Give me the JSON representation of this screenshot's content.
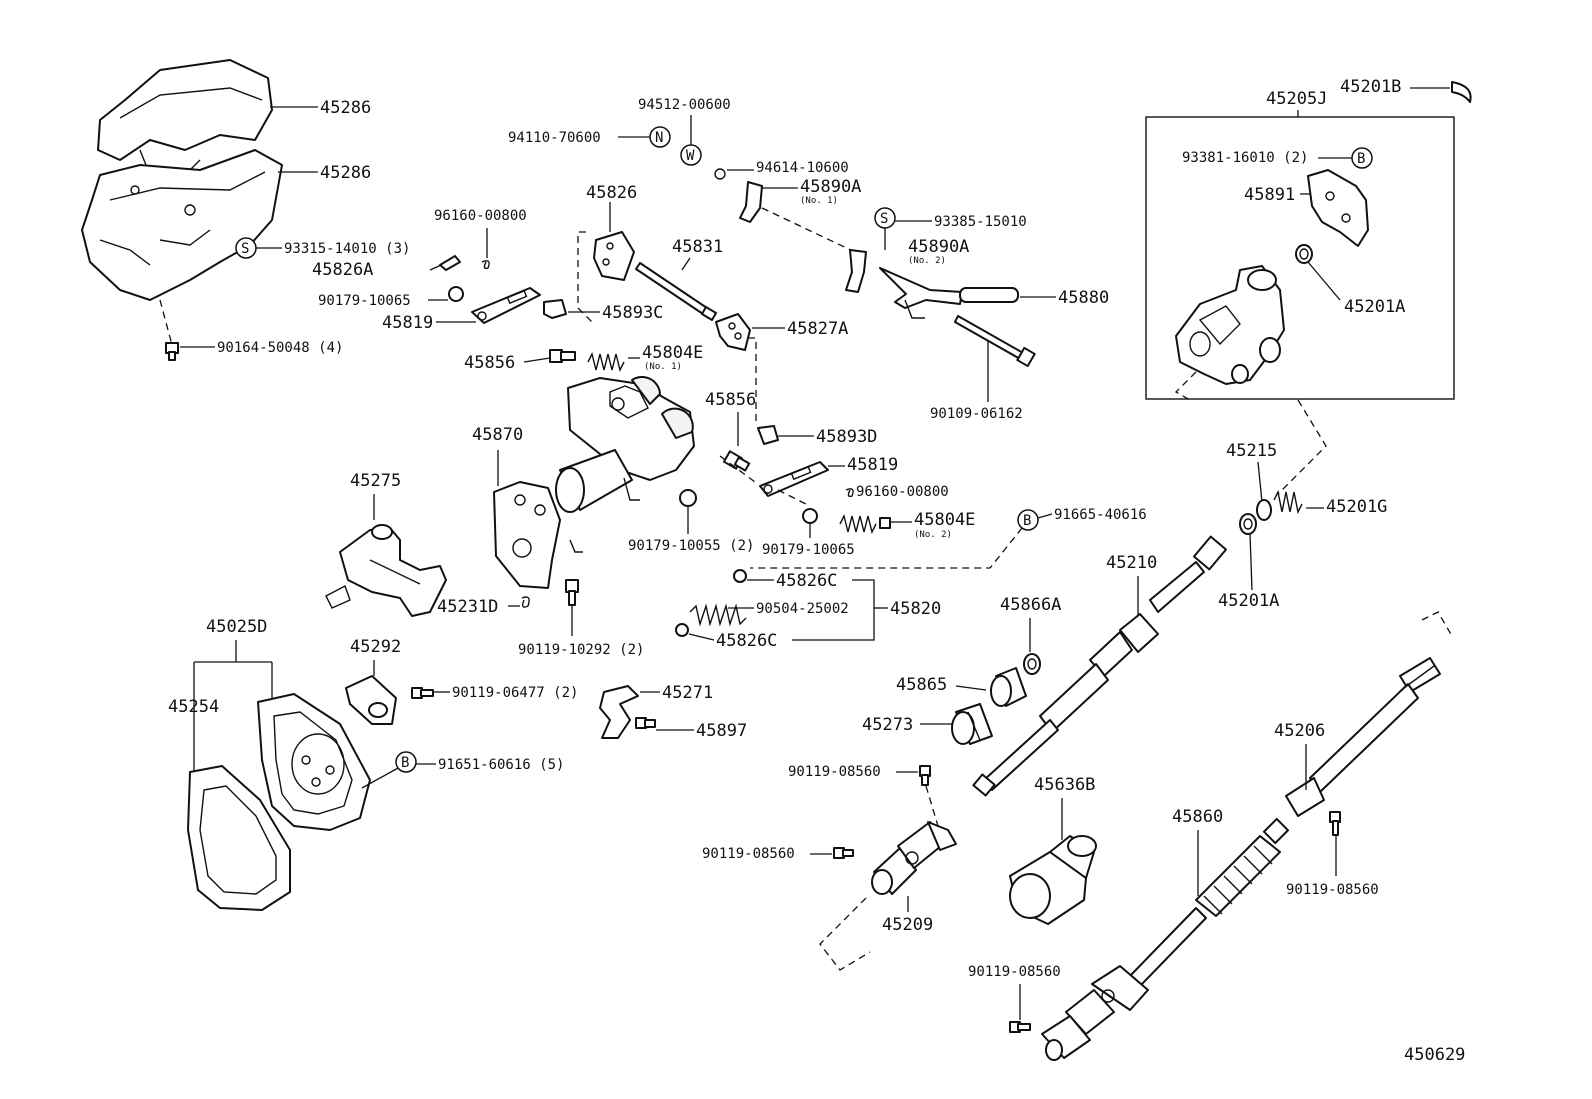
{
  "diagram_id": "450629",
  "symbols": {
    "s": "S",
    "n": "N",
    "w": "W",
    "b": "B"
  },
  "labels": {
    "p45286a": "45286",
    "p45286b": "45286",
    "p93315": "93315-14010 (3)",
    "p45826A": "45826A",
    "p96160a": "96160-00800",
    "p90179a": "90179-10065",
    "p45819a": "45819",
    "p90164": "90164-50048 (4)",
    "p94512": "94512-00600",
    "p94110": "94110-70600",
    "p94614": "94614-10600",
    "p45890A1": "45890A",
    "no1a": "(No. 1)",
    "p93385": "93385-15010",
    "p45890A2": "45890A",
    "no2a": "(No. 2)",
    "p45880": "45880",
    "p90109": "90109-06162",
    "p45826": "45826",
    "p45831": "45831",
    "p45893C": "45893C",
    "p45827A": "45827A",
    "p45856a": "45856",
    "p45804E1": "45804E",
    "no1b": "(No. 1)",
    "p45870": "45870",
    "p45856b": "45856",
    "p45893D": "45893D",
    "p45819b": "45819",
    "p96160b": "96160-00800",
    "p45804E2": "45804E",
    "no2b": "(No. 2)",
    "p90179b": "90179-10055 (2)",
    "p90179c": "90179-10065",
    "p45275": "45275",
    "p45231D": "45231D",
    "p90119a": "90119-10292 (2)",
    "p45025D": "45025D",
    "p45254": "45254",
    "p45292": "45292",
    "p90119b": "90119-06477 (2)",
    "p91651": "91651-60616 (5)",
    "p45271": "45271",
    "p45897": "45897",
    "p45826C1": "45826C",
    "p90504": "90504-25002",
    "p45820": "45820",
    "p45826C2": "45826C",
    "p91665": "91665-40616",
    "p45866A": "45866A",
    "p45865": "45865",
    "p45273": "45273",
    "p45210": "45210",
    "p45205J": "45205J",
    "p45201B": "45201B",
    "p93381": "93381-16010 (2)",
    "p45891": "45891",
    "p45201A1": "45201A",
    "p45215": "45215",
    "p45201G": "45201G",
    "p45201A2": "45201A",
    "p45206": "45206",
    "p45636B": "45636B",
    "p45860": "45860",
    "p90119c": "90119-08560",
    "p90119d": "90119-08560",
    "p45209": "45209",
    "p90119e": "90119-08560",
    "p90119f": "90119-08560"
  }
}
